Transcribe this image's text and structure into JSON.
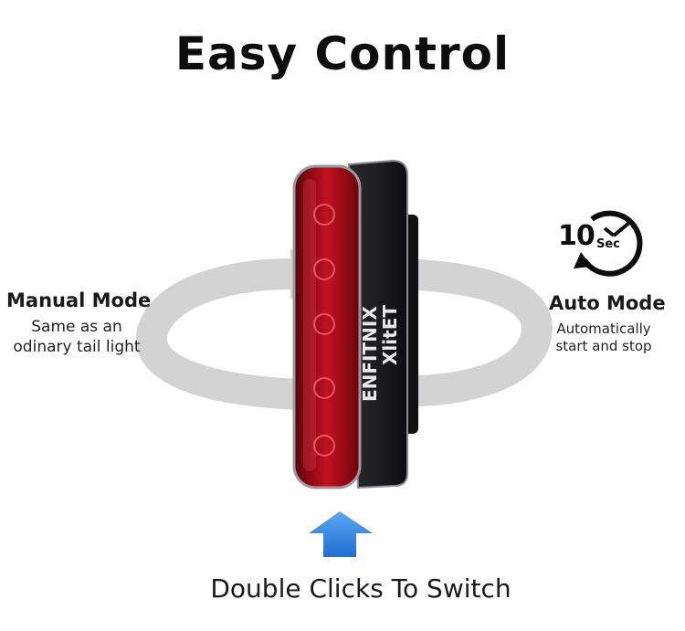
{
  "title": "Easy Control",
  "manual": {
    "title": "Manual Mode",
    "description_line1": "Same as an",
    "description_line2": "odinary tail light"
  },
  "auto": {
    "title": "Auto Mode",
    "description_line1": "Automatically",
    "description_line2": "start and stop"
  },
  "timer": {
    "number": "10",
    "unit": "Sec",
    "icon": "clock-timer-icon"
  },
  "device": {
    "brand": "ENFITNIX",
    "model": "XlitET"
  },
  "instruction": "Double Clicks To Switch",
  "colors": {
    "arrow_gray": "#d3d3d3",
    "light_red": "#b3101b",
    "body_dark": "#1c1c1f",
    "up_arrow_blue": "#2f86e6"
  }
}
